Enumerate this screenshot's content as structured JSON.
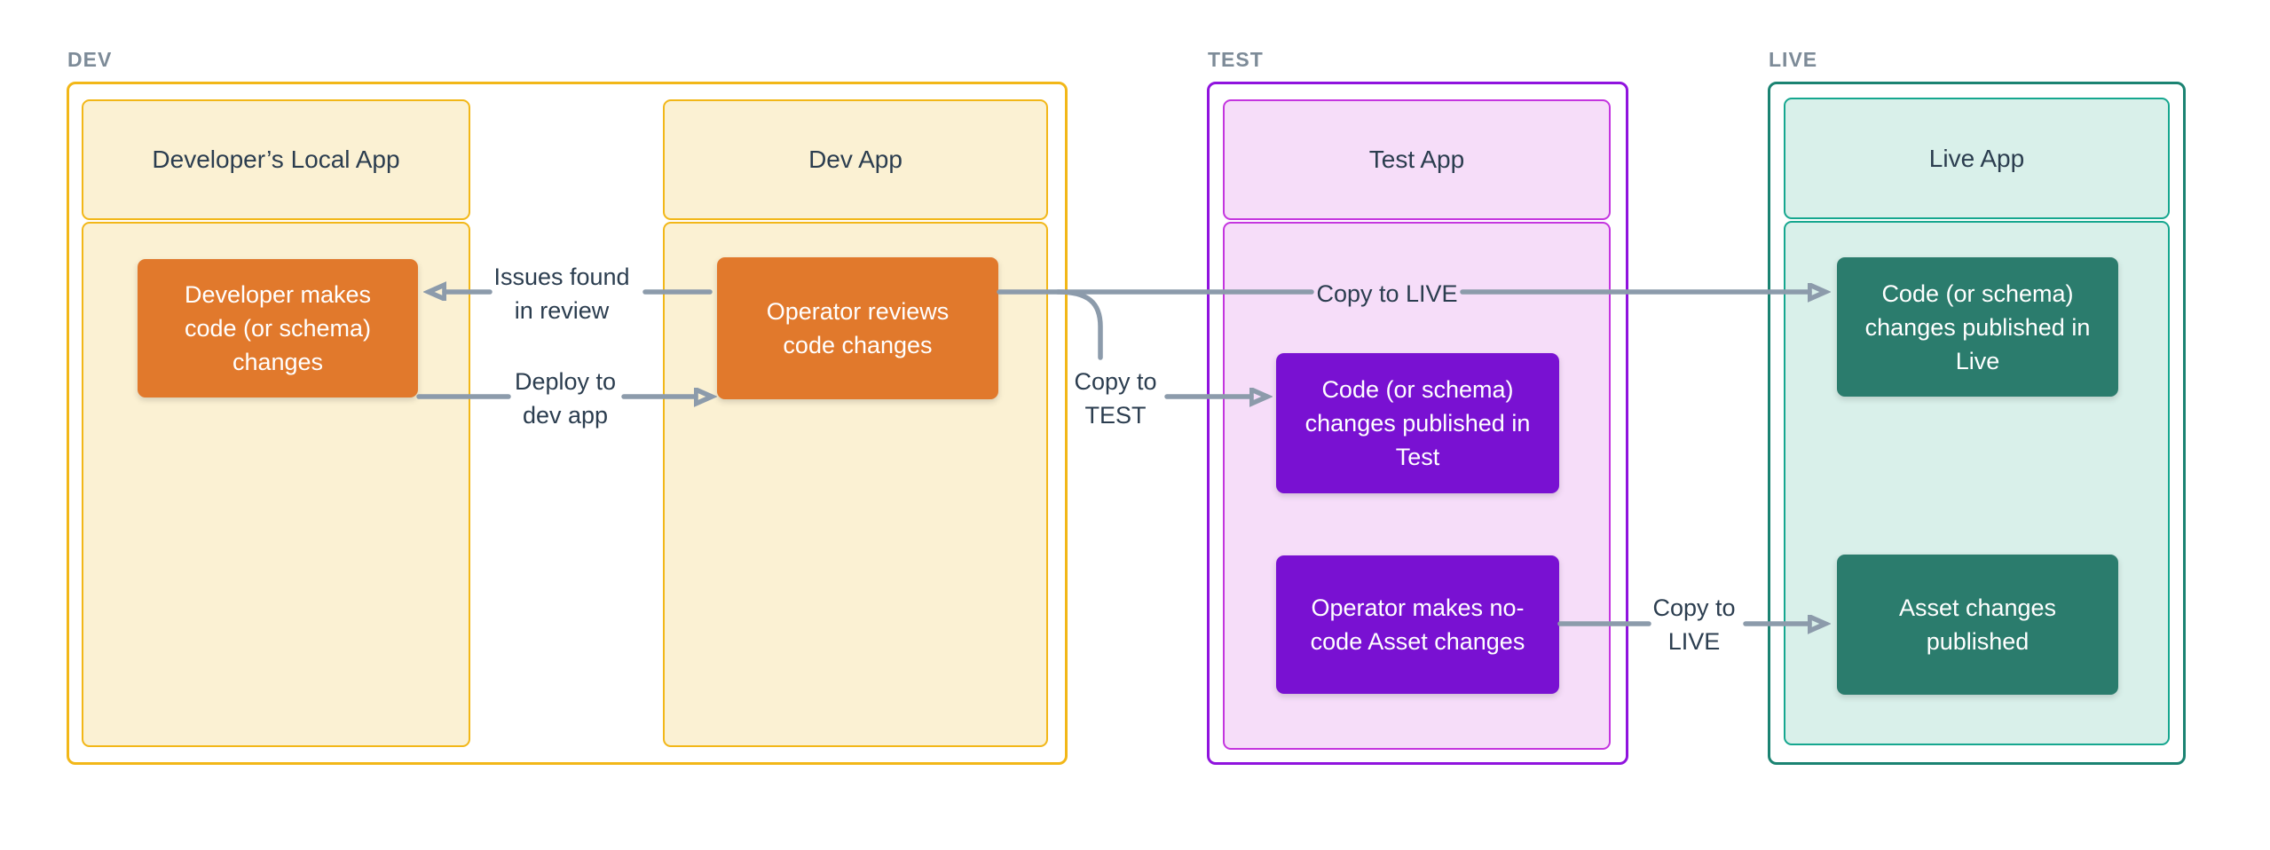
{
  "colors": {
    "dev_border": "#F2B718",
    "dev_fill": "#FBF1D3",
    "dev_node": "#E1792C",
    "test_border_outer": "#9013DE",
    "test_border_inner": "#C435DF",
    "test_fill": "#F6DDF9",
    "test_node": "#7911D2",
    "live_border_outer": "#1B8372",
    "live_border_inner": "#16A78F",
    "live_fill": "#D9F0EA",
    "live_node": "#2B7C6D",
    "arrow": "#8C9BAB",
    "text_dark": "#2B3D4F",
    "section_label": "#7D8B98"
  },
  "sections": {
    "dev": {
      "label": "DEV",
      "columns": [
        {
          "title": "Developer’s Local App",
          "node": "Developer makes\ncode (or schema)\nchanges"
        },
        {
          "title": "Dev App",
          "node": "Operator reviews\ncode changes"
        }
      ]
    },
    "test": {
      "label": "TEST",
      "title": "Test App",
      "nodes": [
        "Code (or schema)\nchanges published in\nTest",
        "Operator makes no-\ncode Asset changes"
      ]
    },
    "live": {
      "label": "LIVE",
      "title": "Live App",
      "nodes": [
        "Code (or schema)\nchanges published in\nLive",
        "Asset changes\npublished"
      ]
    }
  },
  "edges": {
    "issues": {
      "line1": "Issues found",
      "line2": "in review"
    },
    "deploy": {
      "line1": "Deploy to",
      "line2": "dev app"
    },
    "copy_test": {
      "line1": "Copy to",
      "line2": "TEST"
    },
    "copy_live_top": {
      "text": "Copy to LIVE"
    },
    "copy_live_bottom": {
      "line1": "Copy to",
      "line2": "LIVE"
    }
  }
}
